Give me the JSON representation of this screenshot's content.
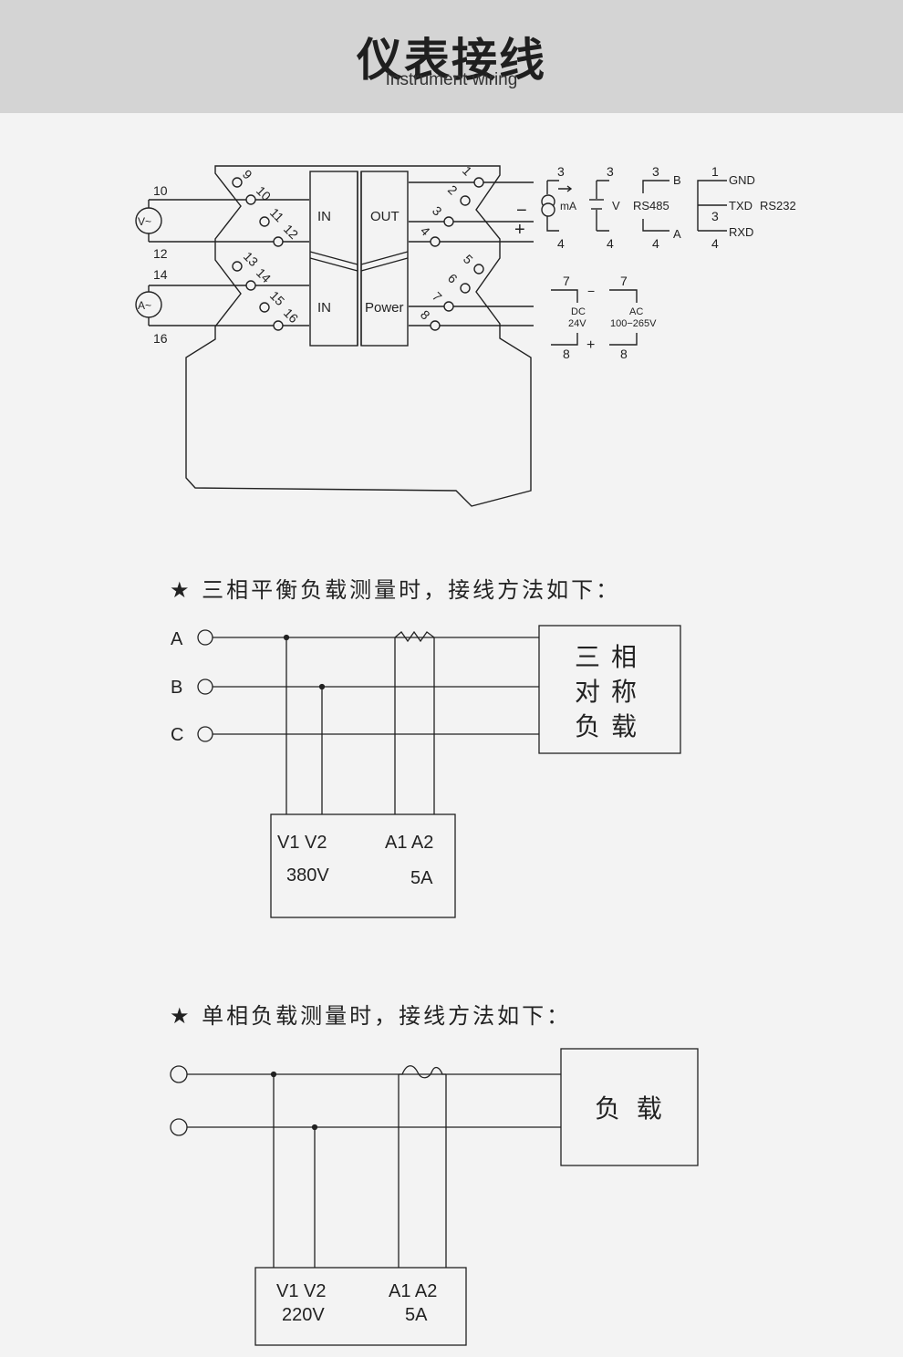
{
  "header": {
    "title": "仪表接线",
    "subtitle": "Instrument wiring"
  },
  "top": {
    "module_labels": {
      "in_upper": "IN",
      "out": "OUT",
      "in_lower": "IN",
      "power": "Power"
    },
    "left_pins": [
      "9",
      "10",
      "11",
      "12",
      "13",
      "14",
      "15",
      "16"
    ],
    "right_pins": [
      "1",
      "2",
      "3",
      "4",
      "5",
      "6",
      "7",
      "8"
    ],
    "v_source": {
      "symbol": "V~",
      "top": "10",
      "bottom": "12"
    },
    "a_source": {
      "symbol": "A~",
      "top": "14",
      "bottom": "16"
    },
    "out_polarity": {
      "minus": "−",
      "plus": "+"
    },
    "outputs": {
      "ma": {
        "top": "3",
        "label": "mA",
        "bottom": "4"
      },
      "v": {
        "top": "3",
        "label": "V",
        "bottom": "4"
      },
      "rs485": {
        "top": "3",
        "b": "B",
        "label": "RS485",
        "a": "A",
        "bottom": "4"
      },
      "rs232": {
        "gnd_num": "1",
        "gnd": "GND",
        "txd": "TXD",
        "name": "RS232",
        "txd_num": "3",
        "rxd": "RXD",
        "rxd_num": "4"
      }
    },
    "power": {
      "dc_top": "7",
      "dc_minus": "−",
      "dc_label": "DC",
      "dc_value": "24V",
      "dc_bottom": "8",
      "dc_plus": "+",
      "ac_top": "7",
      "ac_label": "AC",
      "ac_value": "100−265V",
      "ac_bottom": "8"
    }
  },
  "three_phase": {
    "note": "★ 三相平衡负载测量时，接线方法如下：",
    "phases": [
      "A",
      "B",
      "C"
    ],
    "load": [
      "三",
      "相",
      "对",
      "称",
      "负",
      "载"
    ],
    "meter": {
      "v_terms": "V1 V2",
      "a_terms": "A1 A2",
      "voltage": "380V",
      "current": "5A"
    }
  },
  "single_phase": {
    "note": "★ 单相负载测量时，接线方法如下：",
    "load": "负  载",
    "meter": {
      "v_terms": "V1 V2",
      "a_terms": "A1 A2",
      "voltage": "220V",
      "current": "5A"
    }
  }
}
